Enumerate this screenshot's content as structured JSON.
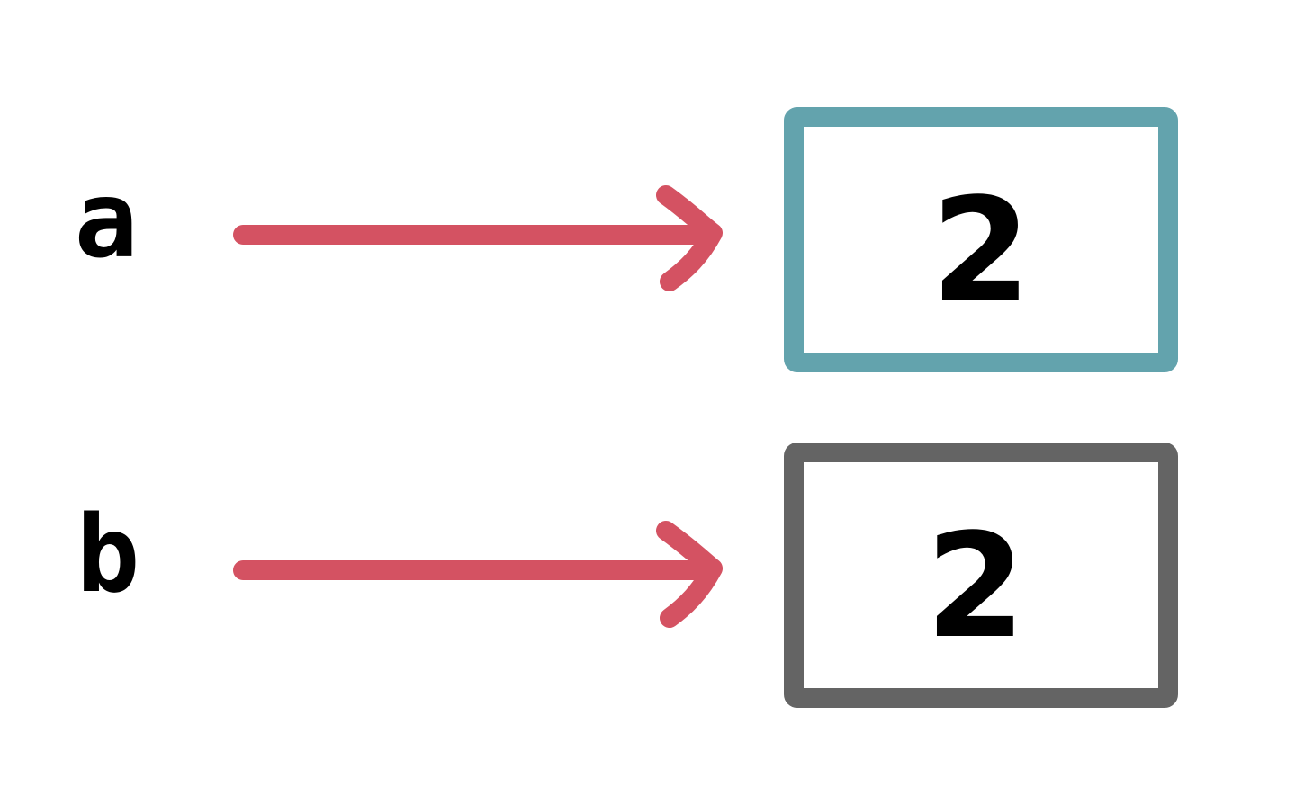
{
  "colors": {
    "arrow": "#d45262",
    "box_a_border": "#63a3ad",
    "box_b_border": "#646464"
  },
  "rows": [
    {
      "variable": "a",
      "value": "2"
    },
    {
      "variable": "b",
      "value": "2"
    }
  ]
}
